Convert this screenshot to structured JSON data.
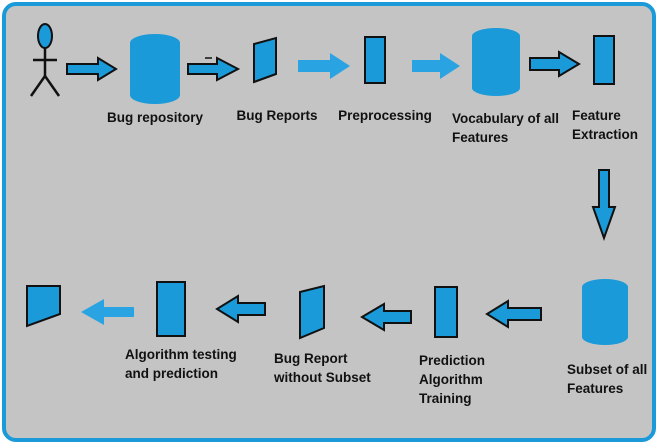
{
  "colors": {
    "background": "#c4c4c4",
    "border": "#1a9ad9",
    "shape_fill": "#1a9ad9",
    "shape_stroke": "#111111",
    "light_arrow": "#2aa3e2",
    "text": "#111111"
  },
  "top_row": [
    {
      "shape": "stick-figure-icon"
    },
    {
      "shape": "database-cylinder",
      "label_lines": [
        "Bug repository"
      ]
    },
    {
      "shape": "document-parallelogram",
      "label_lines": [
        "Bug Reports"
      ]
    },
    {
      "shape": "process-rectangle",
      "label_lines": [
        "Preprocessing"
      ]
    },
    {
      "shape": "database-cylinder",
      "label_lines": [
        "Vocabulary of all",
        "Features"
      ]
    },
    {
      "shape": "process-rectangle",
      "label_lines": [
        "Feature",
        "Extraction"
      ]
    }
  ],
  "bottom_row": [
    {
      "shape": "database-cylinder",
      "label_lines": [
        "Subset of all",
        "Features"
      ]
    },
    {
      "shape": "process-rectangle",
      "label_lines": [
        "Prediction",
        "Algorithm",
        "Training"
      ]
    },
    {
      "shape": "document-parallelogram",
      "label_lines": [
        "Bug Report",
        "without Subset"
      ]
    },
    {
      "shape": "process-rectangle",
      "label_lines": [
        "Algorithm testing",
        "and prediction"
      ]
    },
    {
      "shape": "document-parallelogram"
    }
  ],
  "arrows": [
    {
      "from": "actor",
      "to": "bug-repository",
      "style": "outline-arrow"
    },
    {
      "from": "bug-repository",
      "to": "bug-reports",
      "style": "outline-arrow"
    },
    {
      "from": "bug-reports",
      "to": "preprocessing",
      "style": "solid-light-arrow"
    },
    {
      "from": "preprocessing",
      "to": "vocabulary",
      "style": "solid-light-arrow"
    },
    {
      "from": "vocabulary",
      "to": "feature-extraction",
      "style": "outline-arrow"
    },
    {
      "from": "feature-extraction",
      "to": "subset",
      "style": "outline-arrow"
    },
    {
      "from": "subset",
      "to": "prediction-training",
      "style": "outline-arrow"
    },
    {
      "from": "prediction-training",
      "to": "bug-report-without-subset",
      "style": "outline-arrow"
    },
    {
      "from": "bug-report-without-subset",
      "to": "algorithm-testing",
      "style": "outline-arrow"
    },
    {
      "from": "algorithm-testing",
      "to": "output",
      "style": "solid-light-arrow"
    }
  ]
}
